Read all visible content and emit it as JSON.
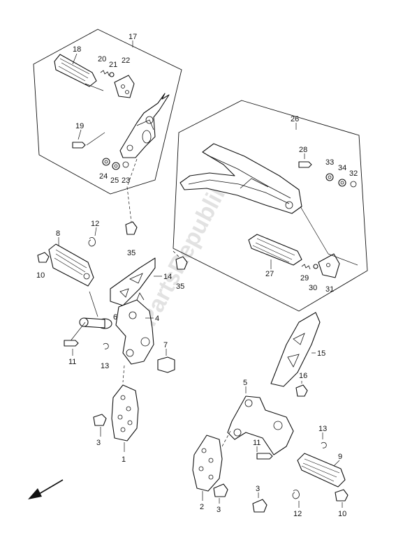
{
  "watermark": "PartsRepublik",
  "callouts": {
    "c1": "1",
    "c2": "2",
    "c3a": "3",
    "c3b": "3",
    "c3c": "3",
    "c4": "4",
    "c5": "5",
    "c6": "6",
    "c7": "7",
    "c8": "8",
    "c9": "9",
    "c10a": "10",
    "c10b": "10",
    "c11a": "11",
    "c11b": "11",
    "c12a": "12",
    "c12b": "12",
    "c13a": "13",
    "c13b": "13",
    "c14": "14",
    "c15": "15",
    "c16": "16",
    "c17": "17",
    "c18": "18",
    "c19": "19",
    "c20": "20",
    "c21": "21",
    "c22": "22",
    "c23": "23",
    "c24": "24",
    "c25": "25",
    "c26": "26",
    "c27": "27",
    "c28": "28",
    "c29": "29",
    "c30": "30",
    "c31": "31",
    "c32": "32",
    "c33": "33",
    "c34": "34",
    "c35a": "35",
    "c35b": "35"
  },
  "icons": {
    "front_arrow": "front-direction-arrow-icon"
  }
}
